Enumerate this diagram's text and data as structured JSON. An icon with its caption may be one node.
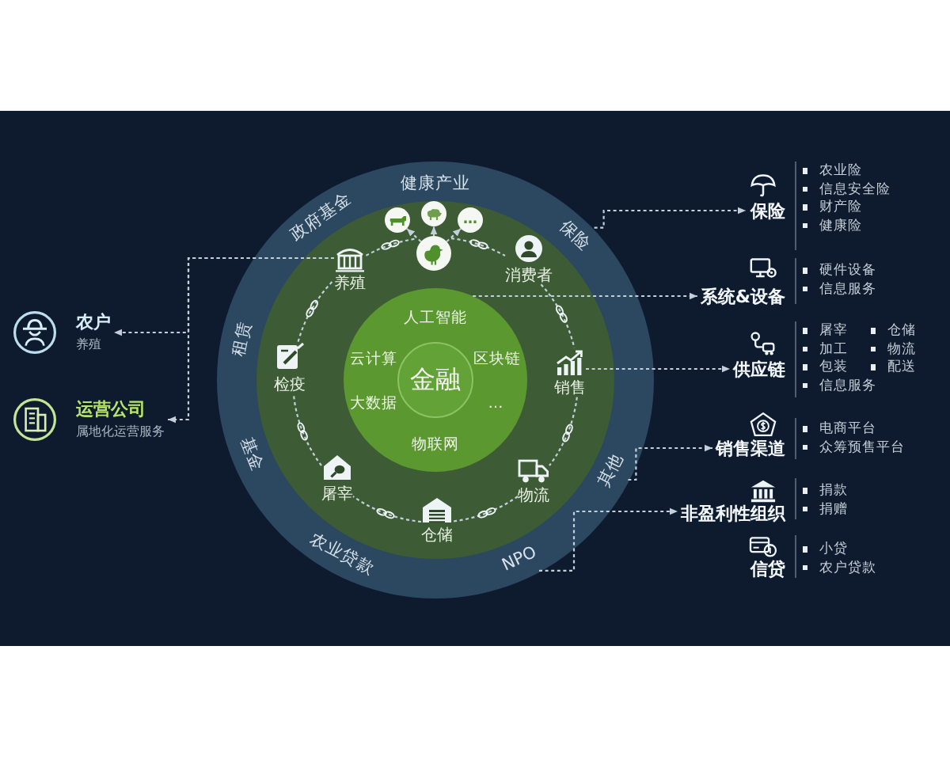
{
  "diagram": {
    "nodes": [
      {
        "text": [
          "农户",
          "养殖"
        ]
      },
      {
        "text": [
          "运营公司",
          "属地化运营服务"
        ]
      },
      {
        "text": [],
        "shape": "circle"
      },
      {
        "text": [
          "健康产业"
        ],
        "in": 2
      },
      {
        "text": [
          "保险"
        ],
        "in": 2
      },
      {
        "text": [
          "其他"
        ],
        "in": 2
      },
      {
        "text": [
          "NPO"
        ],
        "in": 2
      },
      {
        "text": [
          "农业贷款"
        ],
        "in": 2
      },
      {
        "text": [
          "基金"
        ],
        "in": 2
      },
      {
        "text": [
          "租赁"
        ],
        "in": 2
      },
      {
        "text": [
          "政府基金"
        ],
        "in": 2
      },
      {
        "text": [],
        "shape": "picture",
        "in": 2
      },
      {
        "text": [],
        "shape": "picture",
        "in": 2
      },
      {
        "text": [],
        "shape": "picture",
        "in": 2
      },
      {
        "text": [
          "…"
        ],
        "in": 2
      },
      {
        "text": [
          "消费者"
        ],
        "in": 2
      },
      {
        "text": [
          "销售"
        ],
        "in": 2
      },
      {
        "text": [
          "物流"
        ],
        "in": 2
      },
      {
        "text": [
          "仓储"
        ],
        "in": 2
      },
      {
        "text": [
          "屠宰"
        ],
        "in": 2
      },
      {
        "text": [
          "检疫"
        ],
        "in": 2
      },
      {
        "text": [
          "养殖"
        ],
        "in": 2
      },
      {
        "text": [
          "人工智能",
          "区块链",
          "…",
          "物联网",
          "大数据",
          "云计算"
        ],
        "in": 2
      },
      {
        "text": [
          "金融"
        ],
        "in": 22
      },
      {
        "text": [
          "保险"
        ],
        "beside": [
          "农业险",
          "信息安全险",
          "财产险",
          "健康险"
        ]
      },
      {
        "text": [
          "系统&设备"
        ],
        "beside": [
          "硬件设备",
          "信息服务"
        ]
      },
      {
        "text": [
          "供应链"
        ],
        "beside": [
          "屠宰",
          "仓储",
          "加工",
          "物流",
          "包装",
          "配送",
          "信息服务"
        ]
      },
      {
        "text": [
          "销售渠道"
        ],
        "beside": [
          "电商平台",
          "众筹预售平台"
        ]
      },
      {
        "text": [
          "非盈利性组织"
        ],
        "beside": [
          "捐款",
          "捐赠"
        ]
      },
      {
        "text": [
          "信贷"
        ],
        "beside": [
          "小贷",
          "农户贷款"
        ]
      }
    ],
    "edges": [
      {
        "from": 21,
        "to": 0,
        "arrow": "to",
        "style": "dashed"
      },
      {
        "from": 21,
        "to": 1,
        "arrow": "to",
        "style": "dashed"
      },
      {
        "from": 4,
        "to": 24,
        "arrow": "to",
        "style": "dashed"
      },
      {
        "from": 22,
        "to": 25,
        "arrow": "to",
        "style": "dashed"
      },
      {
        "from": 16,
        "to": 26,
        "arrow": "to",
        "style": "dashed"
      },
      {
        "from": 5,
        "to": 27,
        "arrow": "to",
        "style": "dashed"
      },
      {
        "from": 6,
        "to": 28,
        "arrow": "to",
        "style": "dashed"
      },
      {
        "from": 11,
        "to": 12,
        "arrow": "to",
        "style": "dashed"
      },
      {
        "from": 11,
        "to": 13,
        "arrow": "to",
        "style": "dashed"
      },
      {
        "from": 11,
        "to": 14,
        "arrow": "to",
        "style": "dashed"
      },
      {
        "from": 11,
        "to": 15,
        "arrow": "none",
        "style": "dashed"
      },
      {
        "from": 15,
        "to": 16,
        "arrow": "none",
        "style": "dashed"
      },
      {
        "from": 16,
        "to": 17,
        "arrow": "none",
        "style": "dashed"
      },
      {
        "from": 17,
        "to": 18,
        "arrow": "none",
        "style": "dashed"
      },
      {
        "from": 18,
        "to": 19,
        "arrow": "none",
        "style": "dashed"
      },
      {
        "from": 19,
        "to": 20,
        "arrow": "none",
        "style": "dashed"
      },
      {
        "from": 20,
        "to": 21,
        "arrow": "none",
        "style": "dashed"
      },
      {
        "from": 21,
        "to": 11,
        "arrow": "none",
        "style": "dashed"
      }
    ]
  }
}
